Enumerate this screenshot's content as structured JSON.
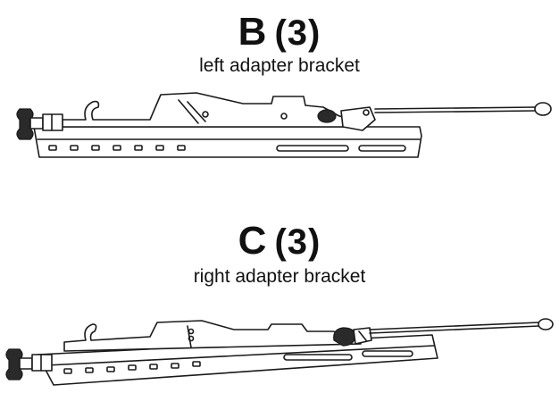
{
  "parts": [
    {
      "code": "B",
      "quantity": "(3)",
      "description": "left adapter bracket",
      "image": "left-adapter-bracket-drawing"
    },
    {
      "code": "C",
      "quantity": "(3)",
      "description": "right adapter bracket",
      "image": "right-adapter-bracket-drawing"
    }
  ]
}
